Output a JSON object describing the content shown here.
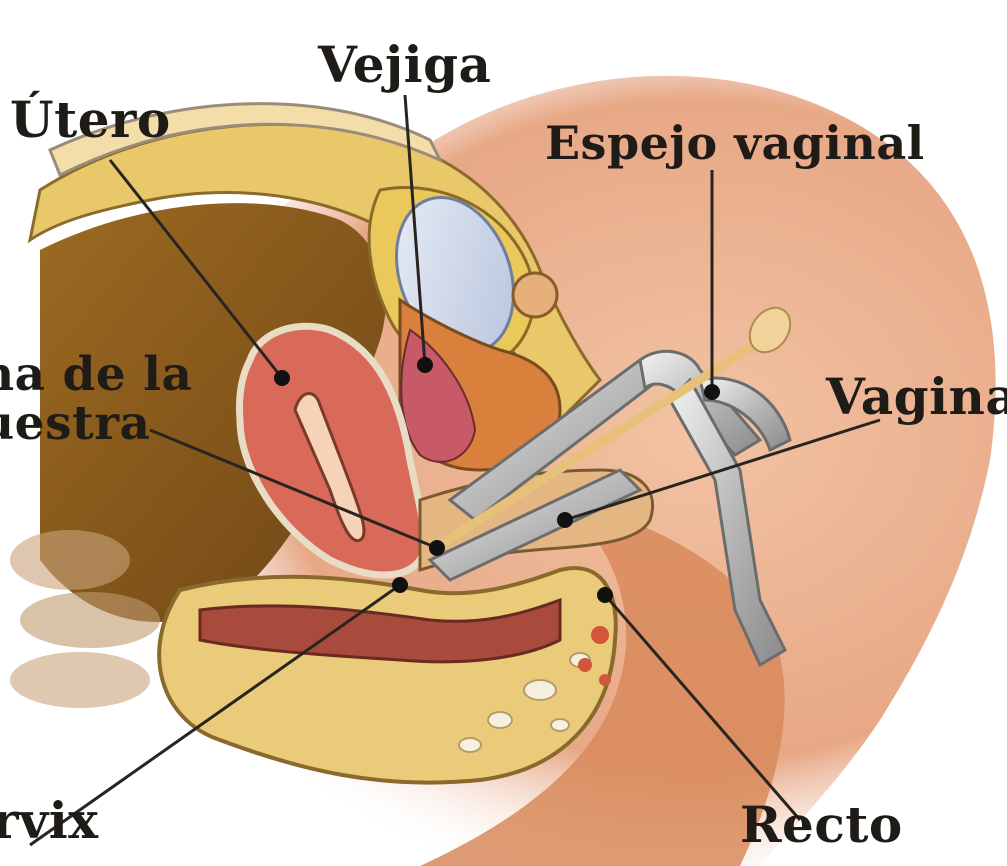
{
  "labels": {
    "vejiga": "Vejiga",
    "utero": "Útero",
    "espejo_vaginal": "Espejo vaginal",
    "toma_line1": "na de la",
    "toma_line2": "uestra",
    "vagina": "Vagina",
    "cervix": "érvix",
    "recto": "Recto"
  }
}
